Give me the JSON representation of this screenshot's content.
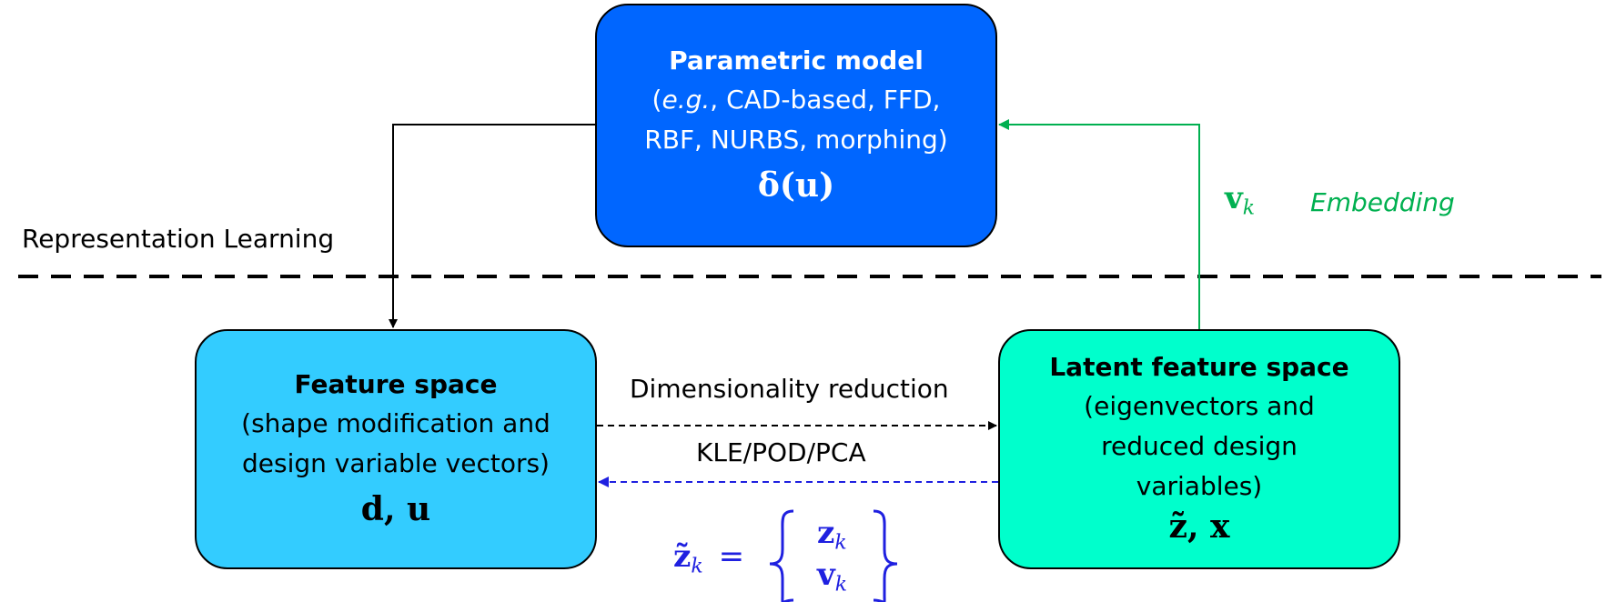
{
  "section_label": "Representation Learning",
  "boxes": {
    "parametric": {
      "title": "Parametric model",
      "desc_eg": "e.g.",
      "desc_line1_rest": ", CAD-based, FFD,",
      "desc_line2": "RBF, NURBS, morphing)",
      "formula": "δ(u)",
      "color": "#0066ff"
    },
    "feature": {
      "title": "Feature space",
      "desc_line1": "(shape modification and",
      "desc_line2": "design variable vectors)",
      "formula": "d, u",
      "color": "#33ccff"
    },
    "latent": {
      "title": "Latent feature space",
      "desc_line1": "(eigenvectors and",
      "desc_line2": "reduced design",
      "desc_line3": "variables)",
      "formula": "z̃, x",
      "color": "#00ffcc"
    }
  },
  "arrows": {
    "reduction_label": "Dimensionality reduction",
    "method_label": "KLE/POD/PCA",
    "embedding_symbol": "v",
    "embedding_sub": "k",
    "embedding_label": "Embedding",
    "embedding_color": "#00b050",
    "back_color": "#1f20e0"
  },
  "equation": {
    "lhs": "z̃",
    "lhs_sub": "k",
    "equals": "=",
    "top": "z",
    "top_sub": "k",
    "bottom": "v",
    "bottom_sub": "k"
  }
}
